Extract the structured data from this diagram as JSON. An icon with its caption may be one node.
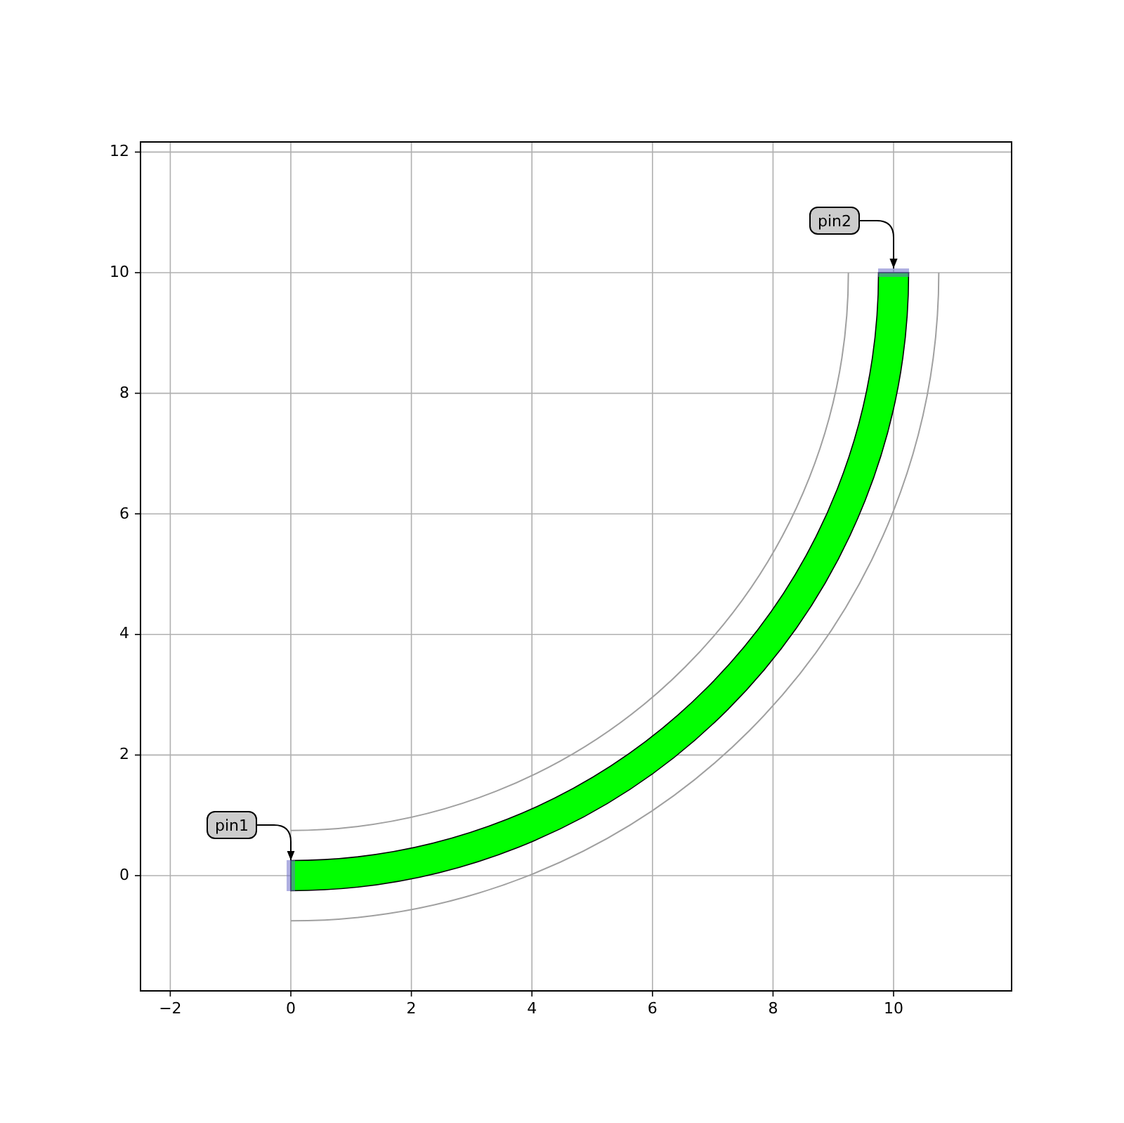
{
  "diagram": {
    "nodes": [
      {
        "text": [
          "pin2"
        ]
      },
      {
        "text": [],
        "shape": "bar"
      },
      {
        "text": [
          "pin1"
        ]
      },
      {
        "text": [],
        "shape": "bar"
      }
    ],
    "edges": [
      {
        "from": 0,
        "to": 1,
        "arrow": "to"
      },
      {
        "from": 2,
        "to": 3,
        "arrow": "to"
      }
    ],
    "labels": [
      "12",
      "10",
      "8",
      "6",
      "4",
      "2",
      "0",
      "−2",
      "0",
      "2",
      "4",
      "6",
      "8",
      "10"
    ]
  }
}
